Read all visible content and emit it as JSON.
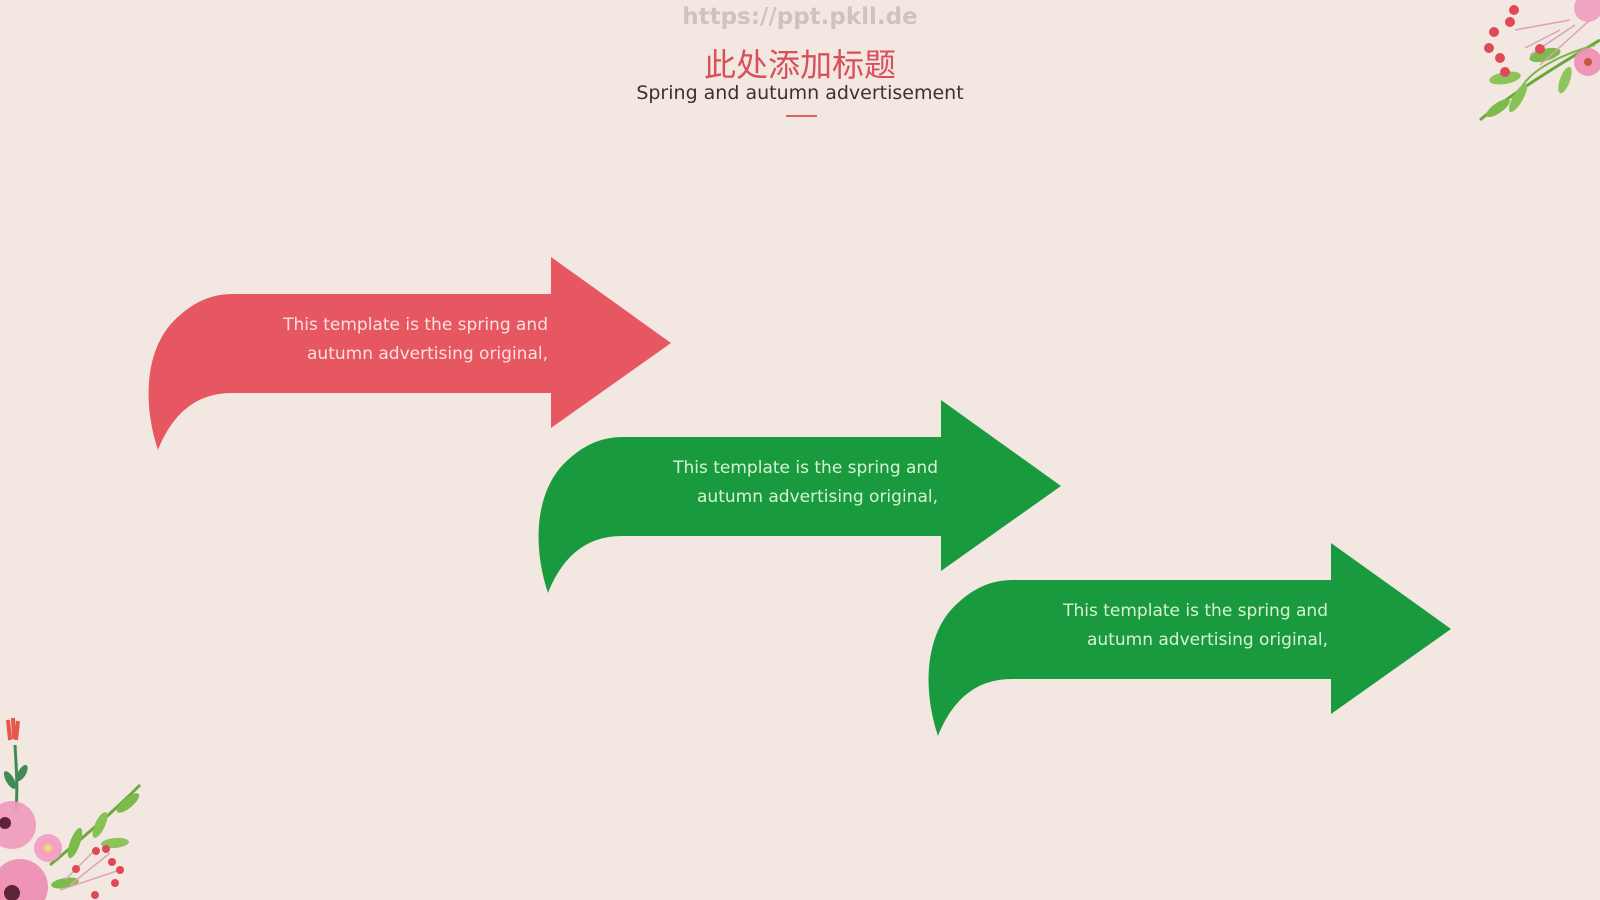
{
  "header": {
    "watermark": "https://ppt.pkll.de",
    "title": "此处添加标题",
    "subtitle": "Spring and autumn advertisement"
  },
  "colors": {
    "background": "#f3e7e1",
    "title": "#d9505a",
    "red_arrow": "#e75761",
    "green_arrow": "#1a9a3e",
    "red_text": "#fbe1df",
    "green_text": "#d8f3d3"
  },
  "steps": [
    {
      "color": "red",
      "line1": "This template is the spring and",
      "line2": "autumn advertising original,"
    },
    {
      "color": "green",
      "line1": "This template is the spring and",
      "line2": "autumn advertising original,"
    },
    {
      "color": "green",
      "line1": "This template is the spring and",
      "line2": "autumn advertising original,"
    }
  ],
  "decorations": {
    "top_right": "floral-watercolor-icon",
    "bottom_left": "floral-watercolor-icon"
  }
}
